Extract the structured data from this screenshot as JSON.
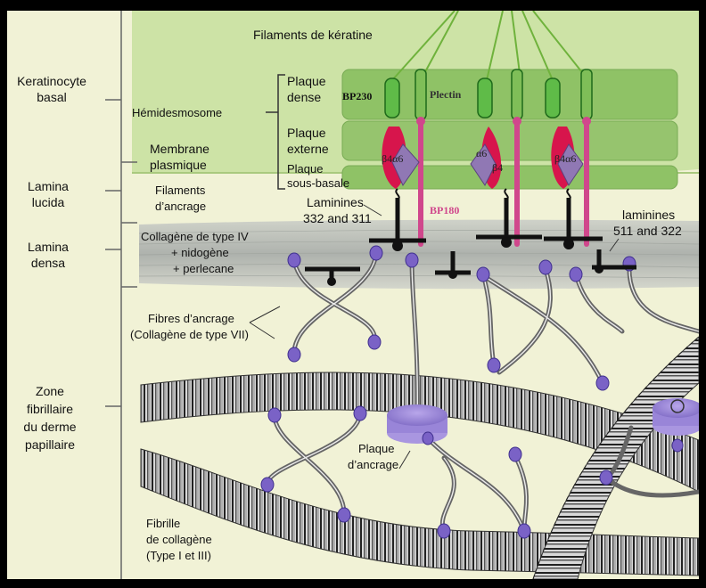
{
  "labels": {
    "keratin": "Filaments de kératine",
    "kerat1": "Keratinocyte",
    "kerat2": "basal",
    "hemi": "Hémidesmosome",
    "pd1": "Plaque",
    "pd2": "dense",
    "pe1": "Plaque",
    "pe2": "externe",
    "psb1": "Plaque",
    "psb2": "sous-basale",
    "mem1": "Membrane",
    "mem2": "plasmique",
    "ll1": "Lamina",
    "ll2": "lucida",
    "fa1": "Filaments",
    "fa2": "d’ancrage",
    "lam1a": "Laminines",
    "lam1b": "332 and 311",
    "lam2a": "laminines",
    "lam2b": "511 and 322",
    "ld1": "Lamina",
    "ld2": "densa",
    "col4a": "Collagène de type IV",
    "col4b": "+ nidogène",
    "col4c": "+ perlecane",
    "fib1": "Fibres d’ancrage",
    "fib2": "(Collagène de type VII)",
    "zone1": "Zone",
    "zone2": "fibrillaire",
    "zone3": "du derme",
    "zone4": "papillaire",
    "pa1": "Plaque",
    "pa2": "d’ancrage",
    "fc1": "Fibrille",
    "fc2": "de collagène",
    "fc3": "(Type I et III)",
    "bp230": "BP230",
    "plectin": "Plectin",
    "bp180": "BP180",
    "b4a6": "β4α6",
    "a6": "α6",
    "b4": "β4"
  },
  "colors": {
    "background": "#f1f2d6",
    "cell": "#cde3a6",
    "plaque": "#8fc266",
    "keratin": "#6fb23c",
    "magenta": "#d0478c",
    "red": "#d7154c",
    "violet": "#9078b4",
    "dot": "#7a62c6"
  }
}
